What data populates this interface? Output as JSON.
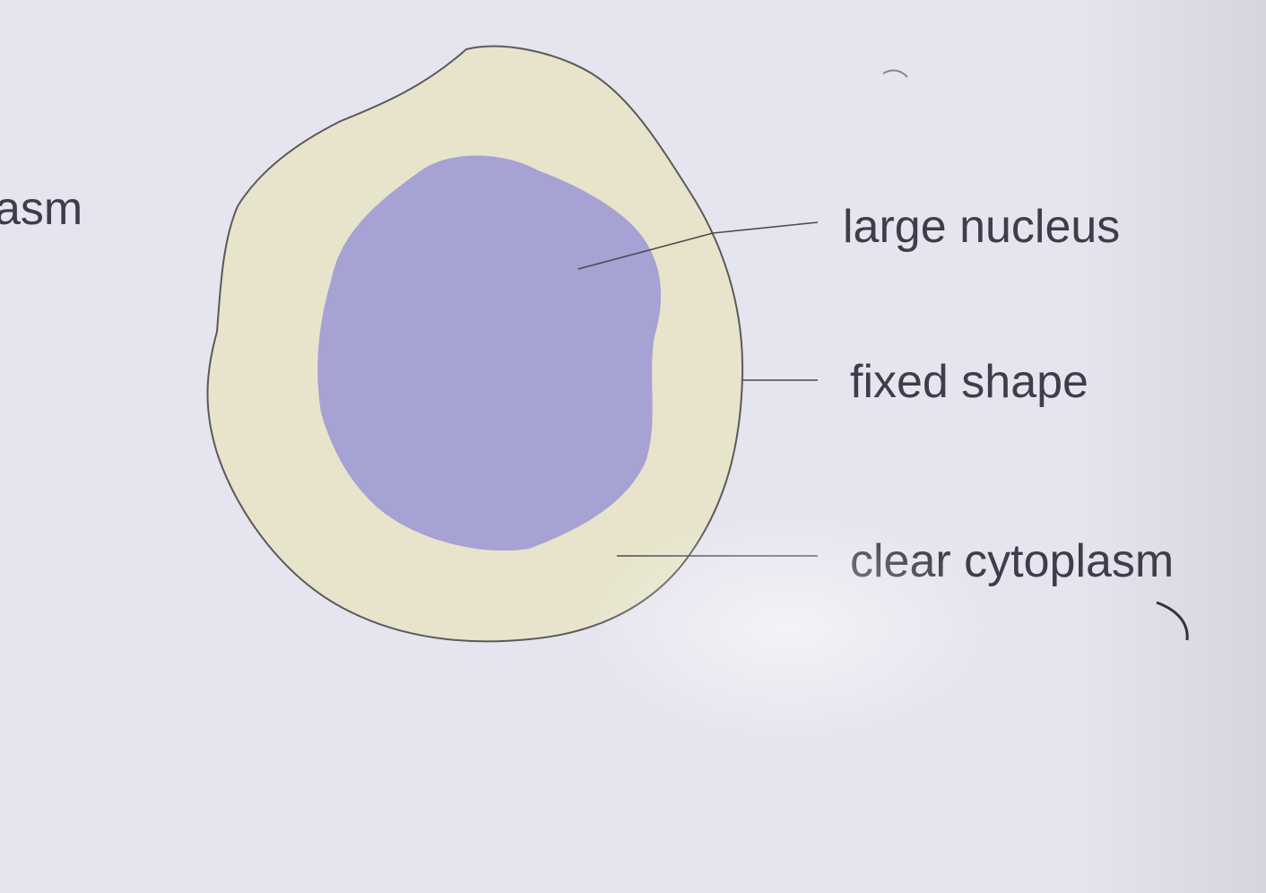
{
  "fragment_text": "asm",
  "labels": {
    "nucleus": "large nucleus",
    "shape": "fixed shape",
    "cytoplasm": "clear cytoplasm"
  },
  "colors": {
    "paper": "#e6e4ee",
    "cytoplasm_fill": "#e7e4cb",
    "nucleus_fill": "#a7a2d4",
    "outline": "#5a5a5a",
    "text": "#3f3d4a"
  }
}
